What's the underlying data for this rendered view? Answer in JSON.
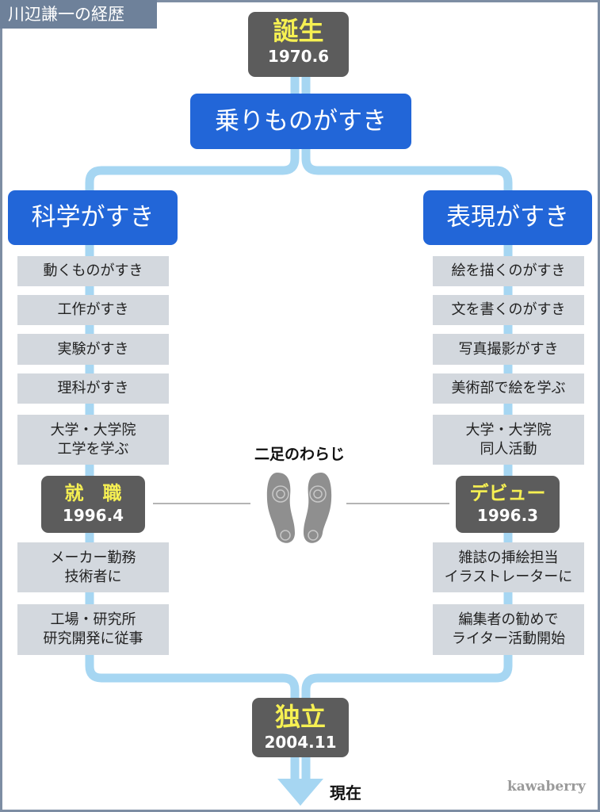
{
  "title": "川辺謙一の経歴",
  "start": {
    "label": "誕生",
    "date": "1970.6"
  },
  "root": "乗りものがすき",
  "left": {
    "heading": "科学がすき",
    "items_before": [
      "動くものがすき",
      "工作がすき",
      "実験がすき",
      "理科がすき",
      "大学・大学院\n工学を学ぶ"
    ],
    "milestone": {
      "label": "就　職",
      "date": "1996.4"
    },
    "items_after": [
      "メーカー勤務\n技術者に",
      "工場・研究所\n研究開発に従事"
    ]
  },
  "right": {
    "heading": "表現がすき",
    "items_before": [
      "絵を描くのがすき",
      "文を書くのがすき",
      "写真撮影がすき",
      "美術部で絵を学ぶ",
      "大学・大学院\n同人活動"
    ],
    "milestone": {
      "label": "デビュー",
      "date": "1996.3"
    },
    "items_after": [
      "雑誌の挿絵担当\nイラストレーターに",
      "編集者の勧めで\nライター活動開始"
    ]
  },
  "center_label": "二足のわらじ",
  "end": {
    "label": "独立",
    "date": "2004.11"
  },
  "now_label": "現在",
  "credit": "kawaberry",
  "colors": {
    "line": "#a6d6f2",
    "blue": "#2266d8",
    "milestone": "#5c5c5c",
    "item": "#d3d8de",
    "yellow": "#f6f052"
  }
}
